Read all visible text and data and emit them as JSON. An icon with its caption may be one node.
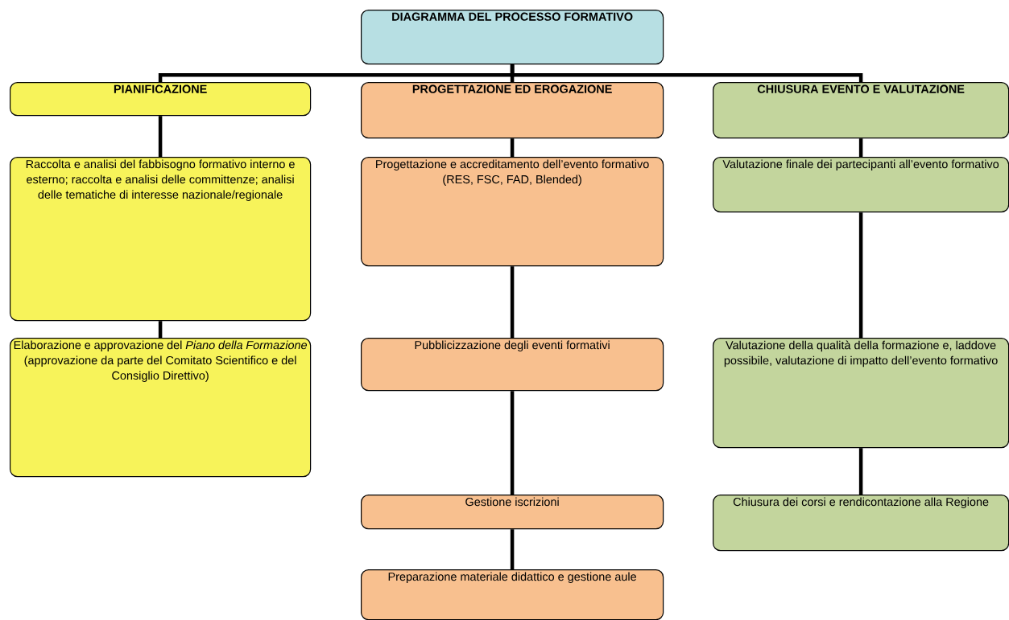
{
  "diagram": {
    "nodes": [
      {
        "text": [
          "DIAGRAMMA DEL PROCESSO FORMATIVO"
        ]
      },
      {
        "text": [
          "PIANIFICAZIONE"
        ]
      },
      {
        "text": [
          "PROGETTAZIONE ED EROGAZIONE"
        ]
      },
      {
        "text": [
          "CHIUSURA EVENTO E VALUTAZIONE"
        ]
      },
      {
        "text": [
          "Raccolta e analisi del fabbisogno formativo interno e esterno; raccolta e analisi delle committenze; analisi delle tematiche di interesse nazionale/regionale"
        ]
      },
      {
        "text": [
          "Elaborazione e approvazione del *Piano della Formazione* (approvazione da parte del Comitato Scientifico e del Consiglio Direttivo)"
        ]
      },
      {
        "text": [
          "Progettazione e accreditamento dell’evento formativo (RES, FSC, FAD, Blended)"
        ]
      },
      {
        "text": [
          "Pubblicizzazione degli eventi formativi"
        ]
      },
      {
        "text": [
          "Gestione iscrizioni"
        ]
      },
      {
        "text": [
          "Preparazione materiale didattico e gestione aule"
        ]
      },
      {
        "text": [
          "Valutazione finale dei partecipanti all’evento formativo"
        ]
      },
      {
        "text": [
          "Valutazione della qualità della formazione e, laddove possibile, valutazione di impatto dell’evento formativo"
        ]
      },
      {
        "text": [
          "Chiusura dei corsi e rendicontazione alla Regione"
        ]
      }
    ],
    "edges": [
      {
        "from": 0,
        "to": 1,
        "arrow": "none"
      },
      {
        "from": 0,
        "to": 2,
        "arrow": "none"
      },
      {
        "from": 0,
        "to": 3,
        "arrow": "none"
      },
      {
        "from": 1,
        "to": 4,
        "arrow": "none"
      },
      {
        "from": 4,
        "to": 5,
        "arrow": "none"
      },
      {
        "from": 2,
        "to": 6,
        "arrow": "none"
      },
      {
        "from": 6,
        "to": 7,
        "arrow": "none"
      },
      {
        "from": 7,
        "to": 8,
        "arrow": "none"
      },
      {
        "from": 8,
        "to": 9,
        "arrow": "none"
      },
      {
        "from": 3,
        "to": 10,
        "arrow": "none"
      },
      {
        "from": 10,
        "to": 11,
        "arrow": "none"
      },
      {
        "from": 11,
        "to": 12,
        "arrow": "none"
      }
    ]
  }
}
